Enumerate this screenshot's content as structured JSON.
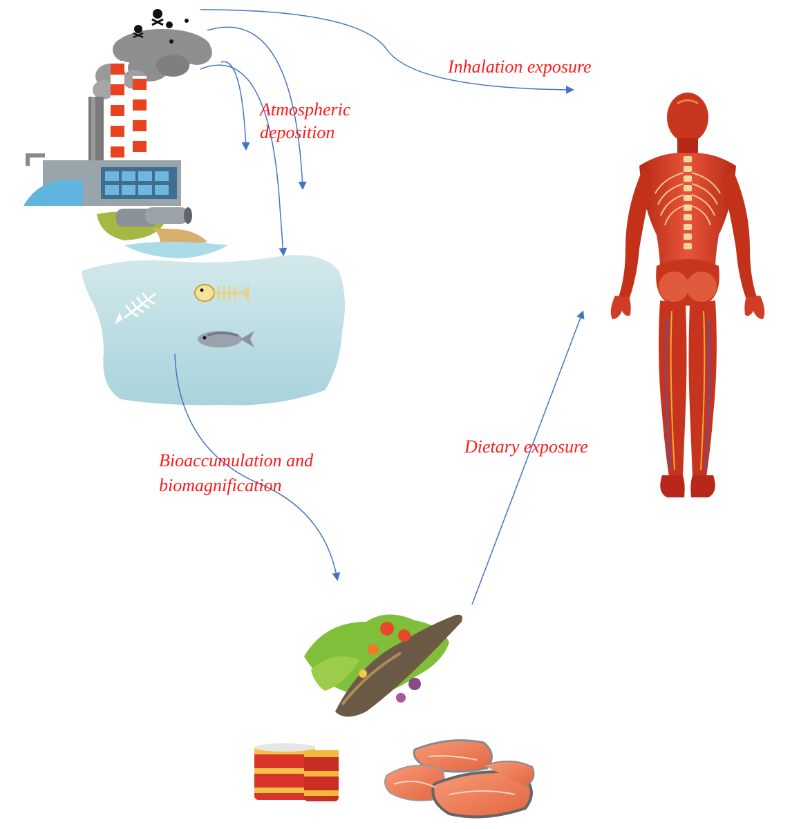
{
  "labels": {
    "inhalation": "Inhalation exposure",
    "atmospheric_line1": "Atmospheric",
    "atmospheric_line2": "deposition",
    "bioaccumulation_line1": "Bioaccumulation and",
    "bioaccumulation_line2": "biomagnification",
    "dietary": "Dietary exposure"
  },
  "colors": {
    "arrow": "#4472c4",
    "label": "#ff1a1a",
    "water": "#bfe0e6",
    "muscle": "#d9361c"
  },
  "icons": [
    "factory-icon",
    "smoke-cloud-icon",
    "skull-crossbones-icon",
    "drain-pipe-icon",
    "water-body-icon",
    "fish-skeleton-icon",
    "live-fish-icon",
    "human-anatomy-icon",
    "cooked-fish-dish-icon",
    "canned-fish-icon",
    "salmon-steak-icon"
  ]
}
